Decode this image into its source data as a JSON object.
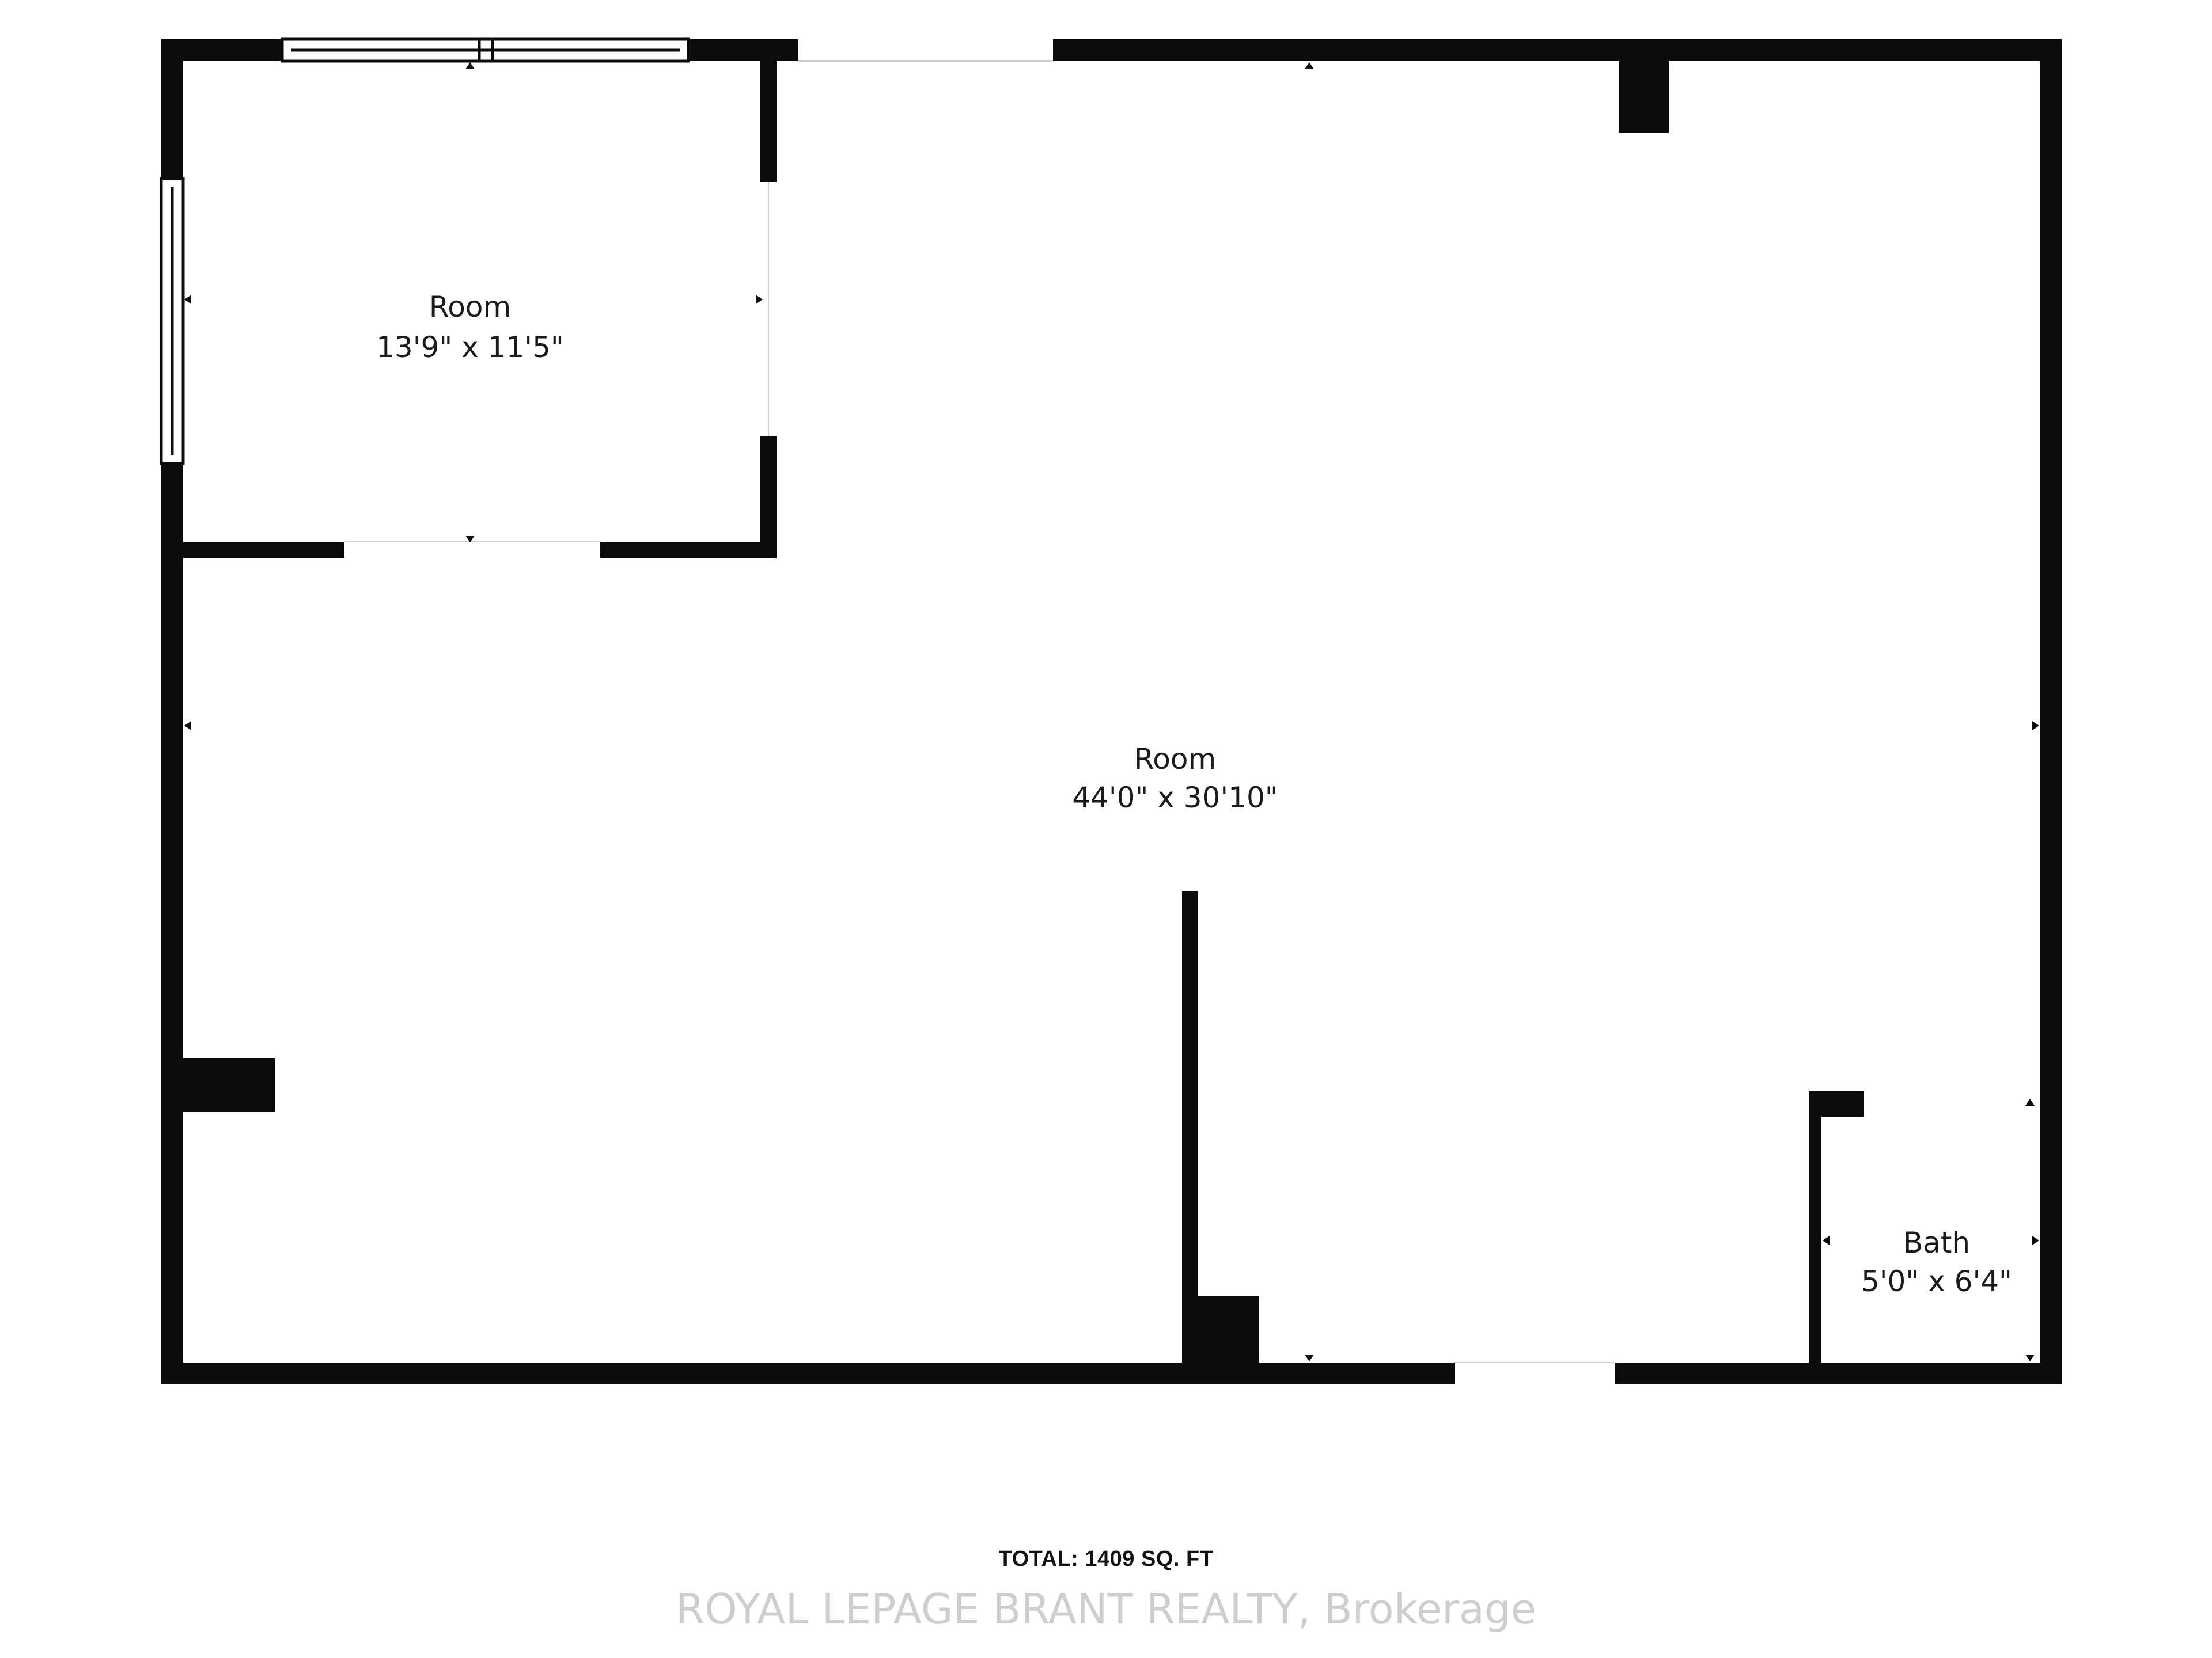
{
  "rooms": [
    {
      "name": "Room",
      "dimensions": "13'9\" x 11'5\""
    },
    {
      "name": "Room",
      "dimensions": "44'0\" x 30'10\""
    },
    {
      "name": "Bath",
      "dimensions": "5'0\" x 6'4\""
    }
  ],
  "total_area": "TOTAL: 1409 SQ. FT",
  "watermark": "ROYAL LEPAGE BRANT REALTY, Brokerage",
  "colors": {
    "wall": "#0b0b0b",
    "background": "#ffffff"
  }
}
